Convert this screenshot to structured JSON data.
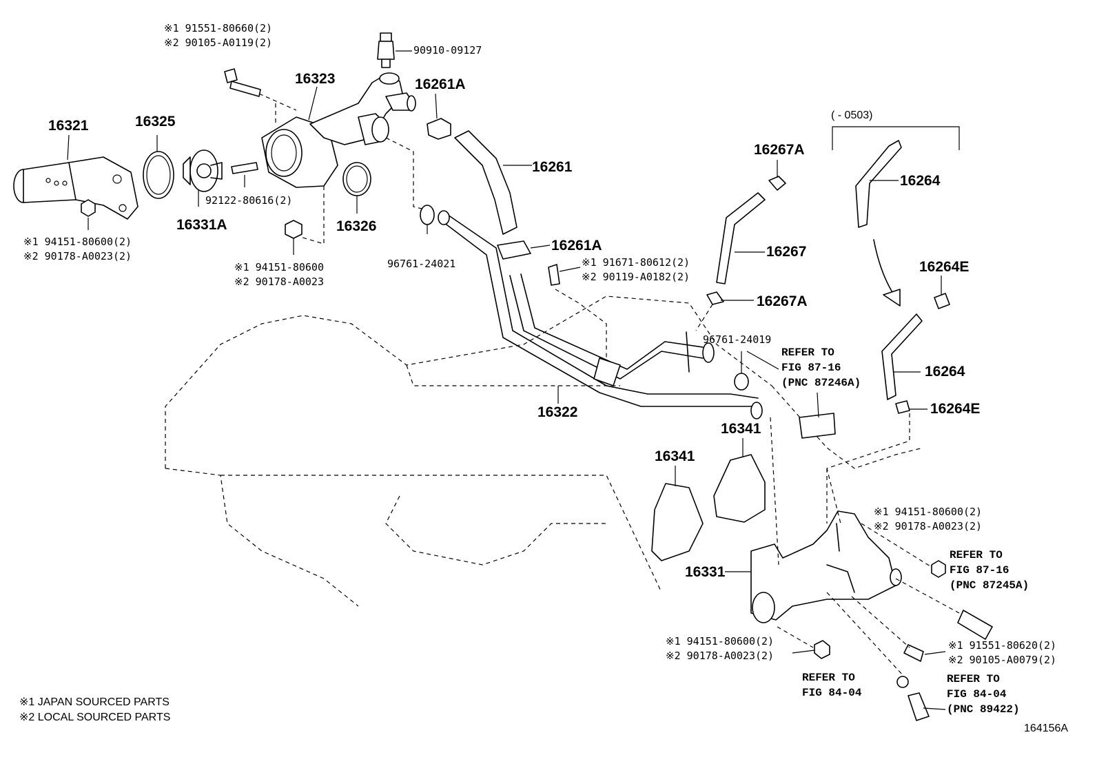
{
  "parts": {
    "p16321": "16321",
    "p16325": "16325",
    "p16323": "16323",
    "p16331A": "16331A",
    "p16326": "16326",
    "p16261A_top": "16261A",
    "p16261": "16261",
    "p16261A_mid": "16261A",
    "p16267A_top": "16267A",
    "p16267": "16267",
    "p16267A_mid": "16267A",
    "p16264_top": "16264",
    "p16264E_top": "16264E",
    "p16264_mid": "16264",
    "p16264E_mid": "16264E",
    "p16322": "16322",
    "p16341_a": "16341",
    "p16341_b": "16341",
    "p16331": "16331"
  },
  "part_numbers": {
    "bolt_top": [
      "※1  91551-80660(2)",
      "※2  90105-A0119(2)"
    ],
    "sensor_top": "90910-09127",
    "stud": "92122-80616(2)",
    "nut_left": [
      "※1  94151-80600(2)",
      "※2  90178-A0023(2)"
    ],
    "nut_center": [
      "※1  94151-80600",
      "※2  90178-A0023"
    ],
    "gasket_96761_24021": "96761-24021",
    "bolt_clamp": [
      "※1  91671-80612(2)",
      "※2  90119-A0182(2)"
    ],
    "gasket_96761_24019": "96761-24019",
    "nut_right": [
      "※1  94151-80600(2)",
      "※2  90178-A0023(2)"
    ],
    "nut_bottom": [
      "※1  94151-80600(2)",
      "※2  90178-A0023(2)"
    ],
    "bolt_bottom": [
      "※1  91551-80620(2)",
      "※2  90105-A0079(2)"
    ]
  },
  "date_range": "(      - 0503)",
  "refers": {
    "fig_87_16_a": [
      "REFER TO",
      "FIG 87-16",
      "(PNC 87246A)"
    ],
    "fig_87_16_b": [
      "REFER TO",
      "FIG 87-16",
      "(PNC 87245A)"
    ],
    "fig_84_04_a": [
      "REFER TO",
      "FIG 84-04"
    ],
    "fig_84_04_b": [
      "REFER TO",
      "FIG 84-04",
      "(PNC 89422)"
    ]
  },
  "notes": [
    "※1 JAPAN SOURCED PARTS",
    "※2 LOCAL SOURCED PARTS"
  ],
  "figure_id": "164156A"
}
